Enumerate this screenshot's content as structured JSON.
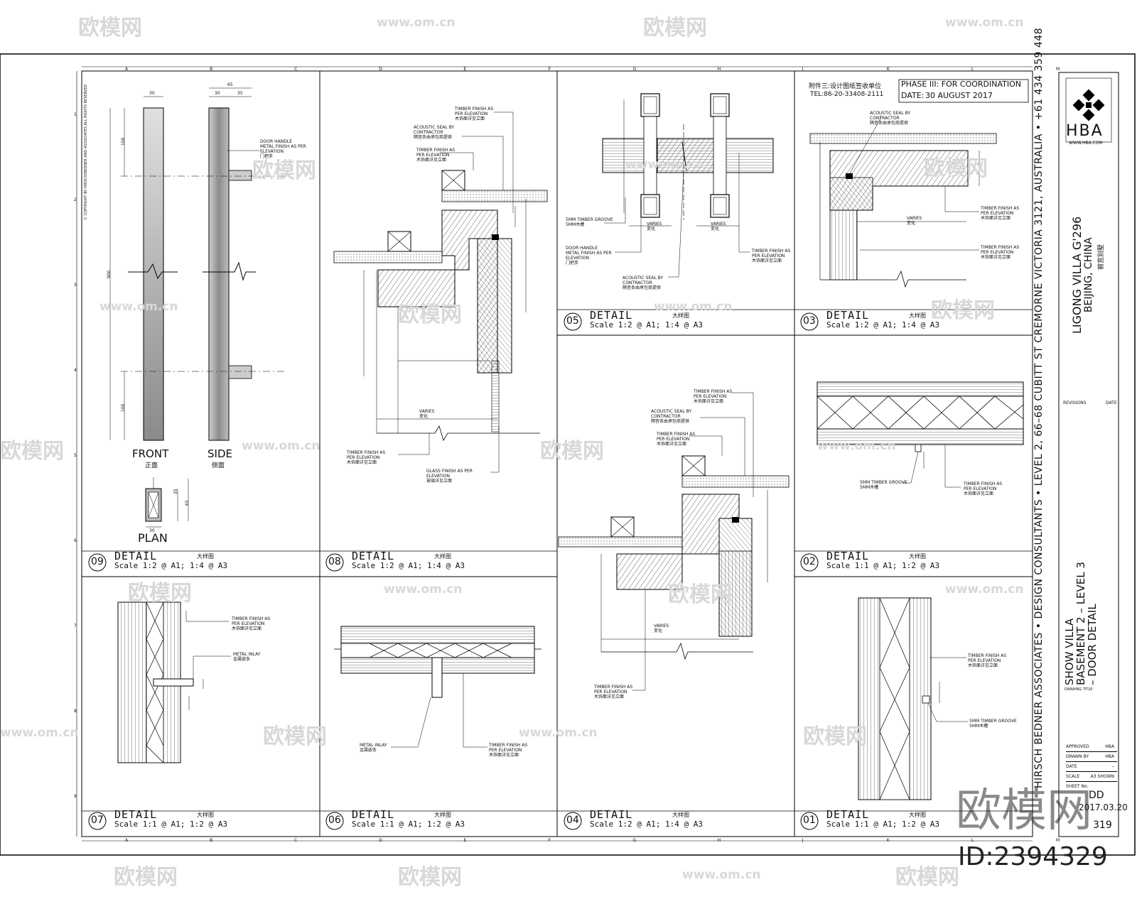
{
  "watermark": {
    "brand": "欧模网",
    "url": "www.om.cn",
    "big_logo": "欧模网",
    "id_text": "ID:2394329"
  },
  "firm": {
    "logo": "HBA",
    "website": "WWW.HBA.COM",
    "address_line": "HIRSCH BEDNER ASSOCIATES • DESIGN CONSULTANTS • LEVEL 2, 66–68 CUBITT ST  CREMORNE VICTORIA 3121, AUSTRALIA • +61 434 359 448",
    "copyright": "© COPYRIGHT BY HIRSCH/BEDNER AND ASSOCIATES ALL RIGHTS RESERVED"
  },
  "stamp": {
    "phase": "PHASE III:  FOR COORDINATION",
    "date_label": "DATE:",
    "date_value": "30 AUGUST 2017",
    "chinese_line": "附件三:设计图纸签收单位",
    "tel_line": "TEL:86-20-33408-2111"
  },
  "project": {
    "name": "LIGONG VILLA G'296",
    "location": "BEIJING, CHINA",
    "location_cn": "丽宫别墅",
    "drawing_title_label": "DRAWING TITLE",
    "drawing_title_1": "SHOW VILLA",
    "drawing_title_2": "BASEMENT 2 – LEVEL 3",
    "drawing_title_3": "– DOOR DETAIL",
    "revisions_label": "REVISIONS",
    "rev_date_label": "DATE",
    "approved_label": "APPROVED",
    "approved_value": "HBA",
    "drawn_label": "DRAWN BY",
    "drawn_value": "HBA",
    "date_label": "DATE",
    "date_value": "–",
    "scale_label": "SCALE",
    "scale_value": "A3 SHOWN",
    "sheet_label": "SHEET No.",
    "sheet_value": "DD",
    "sheet_date": "2017.03.20",
    "sheet_num": "319"
  },
  "details": [
    {
      "num": "09",
      "title": "DETAIL",
      "cn": "大样图",
      "scale": "Scale 1:2 @ A1; 1:4 @ A3"
    },
    {
      "num": "08",
      "title": "DETAIL",
      "cn": "大样图",
      "scale": "Scale 1:2 @ A1; 1:4 @ A3"
    },
    {
      "num": "05",
      "title": "DETAIL",
      "cn": "大样图",
      "scale": "Scale 1:2 @ A1; 1:4 @ A3"
    },
    {
      "num": "03",
      "title": "DETAIL",
      "cn": "大样图",
      "scale": "Scale 1:2 @ A1; 1:4 @ A3"
    },
    {
      "num": "02",
      "title": "DETAIL",
      "cn": "大样图",
      "scale": "Scale 1:1 @ A1; 1:2 @ A3"
    },
    {
      "num": "07",
      "title": "DETAIL",
      "cn": "大样图",
      "scale": "Scale 1:1 @ A1; 1:2 @ A3"
    },
    {
      "num": "06",
      "title": "DETAIL",
      "cn": "大样图",
      "scale": "Scale 1:1 @ A1; 1:2 @ A3"
    },
    {
      "num": "04",
      "title": "DETAIL",
      "cn": "大样图",
      "scale": "Scale 1:2 @ A1; 1:4 @ A3"
    },
    {
      "num": "01",
      "title": "DETAIL",
      "cn": "大样图",
      "scale": "Scale 1:1 @ A1; 1:2 @ A3"
    }
  ],
  "d09": {
    "front": "FRONT",
    "front_cn": "正面",
    "side": "SIDE",
    "side_cn": "侧面",
    "plan": "PLAN",
    "handle_note": "DOOR HANDLE\nMETAL FINISH AS PER\nELEVATION\n门把手",
    "dims": {
      "w30": "30",
      "w65": "65",
      "w35": "35",
      "h100": "100",
      "h900": "900",
      "p35": "35",
      "p65": "65"
    }
  },
  "notes": {
    "timber_elev": "TIMBER FINISH AS\nPER ELEVATION\n木饰面详见立面",
    "acoustic": "ACOUSTIC SEAL BY\nCONTRACTOR\n隔音条由承包商提供",
    "glass": "GLASS FINISH AS PER\nELEVATION\n玻璃详见立面",
    "groove": "5MM TIMBER GROOVE\n5MM木槽",
    "handle": "DOOR HANDLE\nMETAL FINISH AS PER\nELEVATION\n门把手",
    "metal_inlay": "METAL INLAY\n金属嵌条",
    "varies": "VARIES\n变化"
  },
  "grid_letters": [
    "A",
    "B",
    "C",
    "D",
    "E",
    "F",
    "G",
    "H",
    "J",
    "K",
    "L",
    "M"
  ],
  "grid_numbers": [
    "1",
    "2",
    "3",
    "4",
    "5",
    "6",
    "7",
    "8",
    "9"
  ]
}
